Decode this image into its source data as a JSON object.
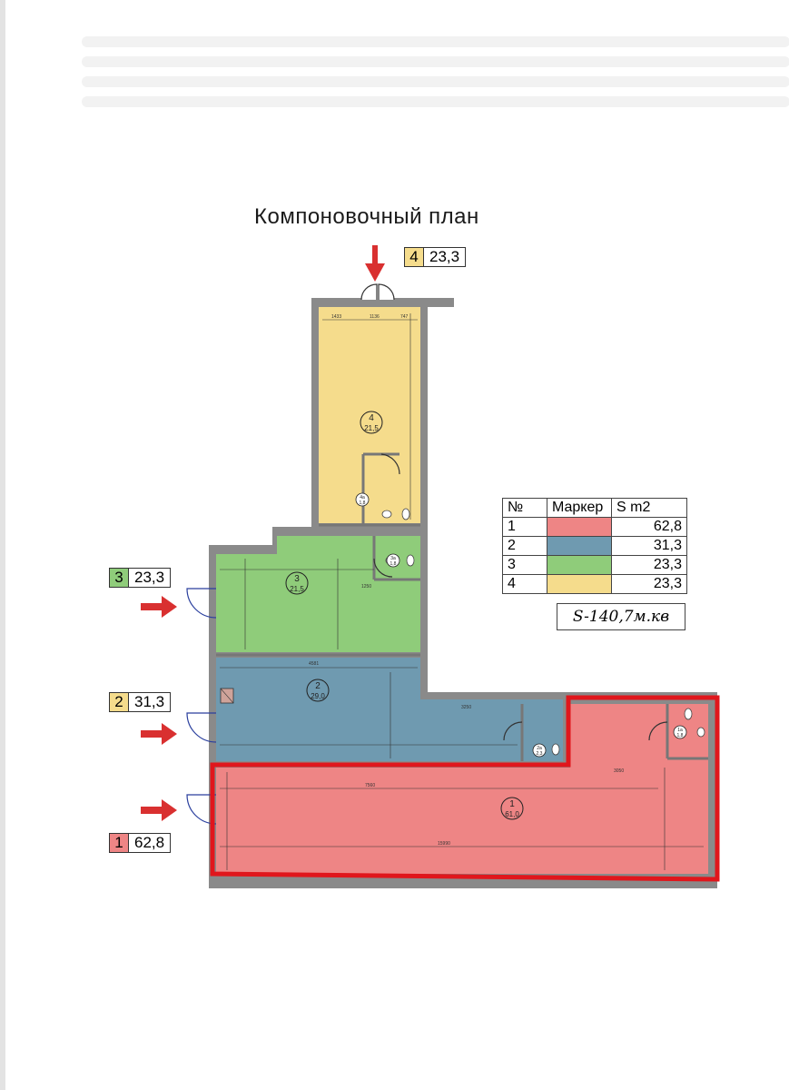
{
  "title": "Компоновочный план",
  "colors": {
    "room1": "#ee8585",
    "room2": "#6f9ab0",
    "room3": "#8fcc7a",
    "room4": "#f5dc8c",
    "wall": "#888888",
    "highlight": "#e0161c",
    "arrow": "#d93030",
    "door": "#2a3f9e"
  },
  "tags": [
    {
      "num": "4",
      "value": "23,3"
    },
    {
      "num": "3",
      "value": "23,3"
    },
    {
      "num": "2",
      "value": "31,3"
    },
    {
      "num": "1",
      "value": "62,8"
    }
  ],
  "rooms": [
    {
      "num": "4",
      "area": "21,5"
    },
    {
      "num": "3",
      "area": "21,5"
    },
    {
      "num": "2",
      "area": "29,0"
    },
    {
      "num": "1",
      "area": "61,0"
    }
  ],
  "baths": [
    {
      "id": "4а",
      "area": "1,8"
    },
    {
      "id": "3а",
      "area": "1,8"
    },
    {
      "id": "2а",
      "area": "2,3"
    },
    {
      "id": "1а",
      "area": "1,8"
    }
  ],
  "legend": {
    "headers": [
      "№",
      "Маркер",
      "S m2"
    ],
    "rows": [
      {
        "num": "1",
        "area": "62,8"
      },
      {
        "num": "2",
        "area": "31,3"
      },
      {
        "num": "3",
        "area": "23,3"
      },
      {
        "num": "4",
        "area": "23,3"
      }
    ]
  },
  "total": "S-140,7м.кв",
  "dimensions": [
    "1433",
    "1136",
    "747",
    "4581",
    "3250",
    "1250",
    "7560",
    "3050",
    "15990"
  ]
}
